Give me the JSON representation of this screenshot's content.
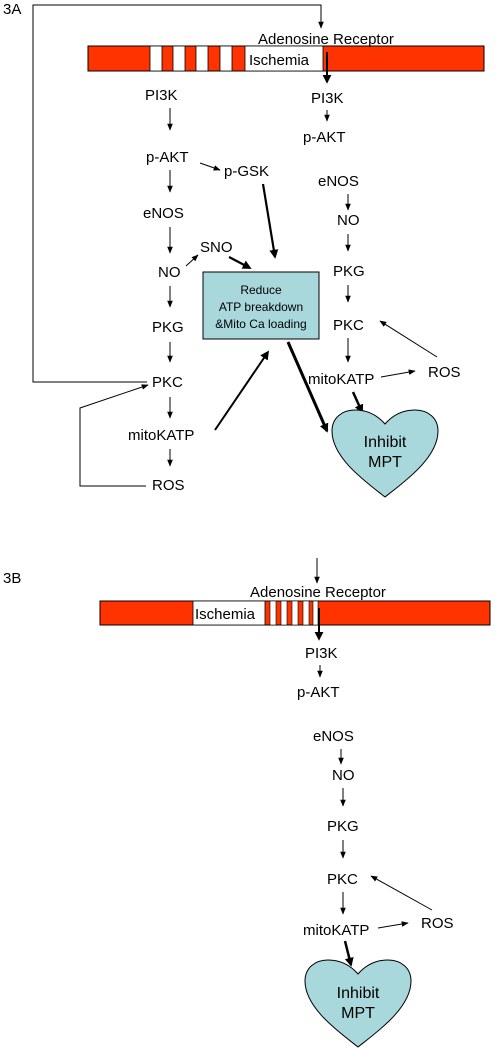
{
  "panel_a": {
    "label": "3A",
    "receptor": "Adenosine Receptor",
    "ischemia": "Ischemia",
    "left_path": {
      "pi3k": "PI3K",
      "pakt": "p-AKT",
      "pgsk": "p-GSK",
      "enos": "eNOS",
      "sno": "SNO",
      "no": "NO",
      "pkg": "PKG",
      "pkc": "PKC",
      "mitokatp": "mitoKATP",
      "ros": "ROS"
    },
    "right_path": {
      "pi3k": "PI3K",
      "pakt": "p-AKT",
      "enos": "eNOS",
      "no": "NO",
      "pkg": "PKG",
      "pkc": "PKC",
      "mitokatp": "mitoKATP",
      "ros": "ROS"
    },
    "center_box": {
      "line1": "Reduce",
      "line2": "ATP breakdown",
      "line3": "&Mito Ca loading"
    },
    "heart": {
      "line1": "Inhibit",
      "line2": "MPT"
    }
  },
  "panel_b": {
    "label": "3B",
    "receptor": "Adenosine Receptor",
    "ischemia": "Ischemia",
    "path": {
      "pi3k": "PI3K",
      "pakt": "p-AKT",
      "enos": "eNOS",
      "no": "NO",
      "pkg": "PKG",
      "pkc": "PKC",
      "mitokatp": "mitoKATP",
      "ros": "ROS"
    },
    "heart": {
      "line1": "Inhibit",
      "line2": "MPT"
    }
  },
  "colors": {
    "membrane": "#ff3300",
    "box_fill": "#a8d8dc",
    "heart_fill": "#a8d8dc"
  }
}
